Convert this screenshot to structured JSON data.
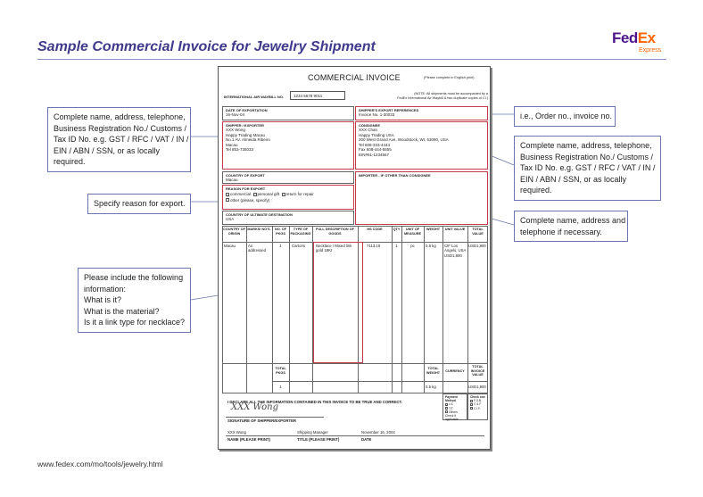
{
  "page": {
    "title": "Sample Commercial Invoice for Jewelry Shipment",
    "footer_url": "www.fedex.com/mo/tools/jewelry.html"
  },
  "logo": {
    "fed": "Fed",
    "ex": "Ex",
    "sub": "Express"
  },
  "callouts": {
    "shipper": [
      "Complete name, address, telephone,",
      "Business Registration No./ Customs /",
      "Tax ID No. e.g. GST / RFC / VAT / IN /",
      "EIN / ABN / SSN, or as locally",
      "required."
    ],
    "reason": [
      "Specify reason for export."
    ],
    "goods": [
      "Please include the following",
      "information:",
      "What is it?",
      "What is the material?",
      "Is it a link type for necklace?"
    ],
    "reference": [
      "i.e., Order no., invoice no."
    ],
    "consignee": [
      "Complete name, address, telephone,",
      "Business Registration No./ Customs /",
      "Tax ID No. e.g. GST / RFC / VAT / IN /",
      "EIN / ABN / SSN, or as locally",
      "required."
    ],
    "importer": [
      "Complete name, address and",
      "telephone if necessary."
    ]
  },
  "invoice": {
    "title": "COMMERCIAL INVOICE",
    "english_note": "(Please complete in English print)",
    "awb_label": "INTERNATIONAL AIR WAYBILL NO.",
    "awb_value": "1234 5678 9011",
    "note_lines": [
      "(NOTE: All shipments must be accompanied by a",
      "FedEx International Air Waybill & two duplicate copies of CI.)"
    ],
    "date_label": "DATE OF EXPORTATION",
    "date_value": "16-Nov-04",
    "refs_label": "SHIPPER'S EXPORT REFERENCES",
    "refs_value": "Invoice No. 1-30033",
    "shipper_label": "SHIPPER / EXPORTER",
    "shipper_lines": [
      "XXX Wong",
      "Happy Trading Macau",
      "No.1 AV. Almeida Ribeiro",
      "Macau",
      "Tel 853-735033"
    ],
    "consignee_label": "CONSIGNEE",
    "consignee_lines": [
      "XXX Chan",
      "Happy Trading USA",
      "200 West Grand Ave, Woodstock, WI, 53090, USA",
      "Tel 608-333-4444",
      "Fax 608-444-5555",
      "EIN#61-1234567"
    ],
    "country_export_label": "COUNTRY OF EXPORT",
    "country_export_value": "Macau",
    "reason_label": "REASON FOR EXPORT",
    "reason_options": [
      "commercial",
      "personal gift",
      "return for repair",
      "other (please, specify) :"
    ],
    "importer_label": "IMPORTER - IF OTHER THAN CONSIGNEE",
    "ultimate_label": "COUNTRY OF ULTIMATE DESTINATION",
    "ultimate_value": "USA",
    "headers": [
      "COUNTRY OF ORIGIN",
      "MARKS/ NO'S.",
      "NO. OF PKGS",
      "TYPE OF PACKAGING",
      "FULL DESCRIPTION OF GOODS",
      "HS CODE",
      "QTY",
      "UNIT OF MEASURE",
      "WEIGHT",
      "UNIT VALUE",
      "TOTAL VALUE"
    ],
    "row": [
      "Macau",
      "As addressed",
      "1",
      "Cartons",
      "Necklace / Mixed link gold 18Kt",
      "7113.19",
      "1",
      "pc",
      "0.5 kg",
      "CIF Los Angels, USA USD1,800",
      "USD1,800"
    ],
    "total_pkgs_label": "TOTAL PKGS",
    "total_pkgs_value": "1",
    "total_weight_label": "TOTAL WEIGHT",
    "total_weight_value": "0.5 kg",
    "currency_label": "CURRENCY",
    "total_invoice_label": "TOTAL INVOICE VALUE",
    "total_invoice_value": "USD1,800",
    "declaration": "I DECLARE ALL THE INFORMATION CONTAINED IN THIS INVOICE TO BE TRUE AND CORRECT.",
    "signature_script": "XXX Wong",
    "signature_label": "SIGNATURE OF SHIPPER/EXPORTER",
    "name_value": "XXX Wong",
    "name_label": "NAME (PLEASE PRINT)",
    "title_value": "Shipping Manager",
    "title_label": "TITLE (PLEASE PRINT)",
    "date2_value": "November 16, 2004",
    "date2_label": "DATE",
    "payment_label": "Payment Method",
    "payment_options": [
      "L/C",
      "T/T",
      "Others"
    ],
    "payment_note": "Check if applicable",
    "terms_label": "Check one",
    "terms_options": [
      "F.O.B.",
      "C & F",
      "C.I.F."
    ]
  }
}
